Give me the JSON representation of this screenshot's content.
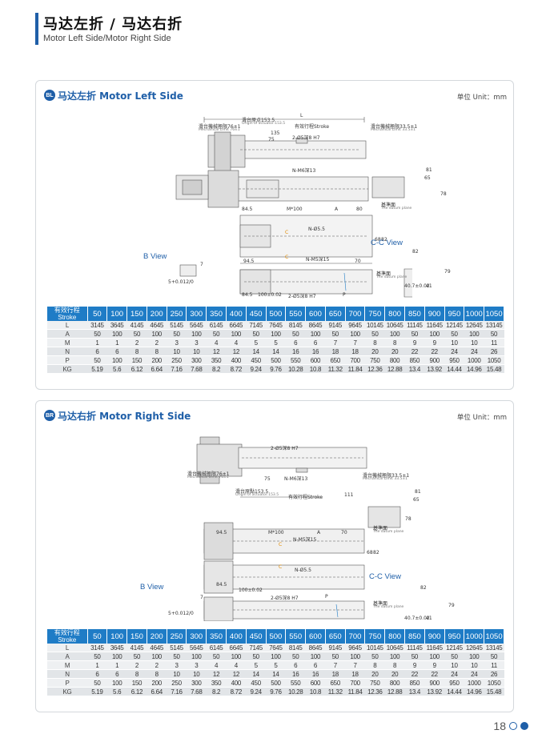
{
  "header": {
    "title_cn": "马达左折 / 马达右折",
    "title_en": "Motor Left Side/Motor Right Side"
  },
  "accent_color": "#1f5fa8",
  "table_header_color": "#1f7cc6",
  "sections": [
    {
      "badge": "BL",
      "title": "马达左折 Motor Left Side",
      "unit": "单位 Unit：mm",
      "drawing": {
        "L": "L",
        "origin_cn": "滑台原点153.5",
        "origin_en": "Origin of actuator:153.5",
        "left_limit_cn": "滑台機械極限76±1",
        "left_limit_en": "Mechanical Limit 76±1",
        "stroke": "有效行程Stroke",
        "right_limit_cn": "滑台機械極限33.5±1",
        "right_limit_en": "Mechanical Limit 33.5±1",
        "d135": "135",
        "d75": "75",
        "hole": "2-Ø5深8 H7",
        "m6": "N-M6深13",
        "d84_5": "84.5",
        "m100": "M*100",
        "a": "A",
        "d80": "80",
        "datum_cn": "基準面",
        "datum_en": "The datum plane",
        "d81": "81",
        "d65": "65",
        "d78": "78",
        "c1": "C",
        "c2": "C",
        "n5_5": "N-Ø5.5",
        "d68": "68",
        "d82": "82",
        "m5": "N-M5深15",
        "d94_5": "94.5",
        "d70": "70",
        "b_view": "B View",
        "cc_view": "C-C View",
        "cc82": "82",
        "cc79": "79",
        "cc_dims": "40.7±0.02",
        "cc_d": "41",
        "bv_d7": "7",
        "bv_tol": "5+0.012/0",
        "d84_5b": "84.5",
        "d100": "100±0.02",
        "hole2": "2-Ø5深8 H7",
        "p": "P",
        "datum2_cn": "基準面",
        "datum2_en": "The datum plane"
      }
    },
    {
      "badge": "BR",
      "title": "马达右折 Motor Right Side",
      "unit": "单位 Unit：mm",
      "drawing": {
        "hole": "2-Ø5深8 H7",
        "left_limit_cn": "滑台機械極限76±1",
        "left_limit_en": "Mechanical Limit 76±1",
        "d75": "75",
        "m6": "N-M6深13",
        "right_limit_cn": "滑台機械極限33.5±1",
        "right_limit_en": "Mechanical Limit 33.5±1",
        "origin_cn": "滑台原點153.5",
        "origin_en": "Origin of actuator:153.5",
        "stroke": "有效行程Stroke",
        "d111": "111",
        "d81": "81",
        "d65": "65",
        "d78": "78",
        "datum_cn": "基準面",
        "datum_en": "The datum plane",
        "d94_5": "94.5",
        "m100": "M*100",
        "a": "A",
        "d70": "70",
        "m5": "N-M5深15",
        "c1": "C",
        "c2": "C",
        "n5_5": "N-Ø5.5",
        "d68": "68",
        "d82": "82",
        "d84_5": "84.5",
        "d100": "100±0.02",
        "hole2": "2-Ø5深8 H7",
        "p": "P",
        "b_view": "B View",
        "cc_view": "C-C View",
        "cc82": "82",
        "cc79": "79",
        "cc_dims": "40.7±0.02",
        "cc_d": "41",
        "bv_d7": "7",
        "bv_tol": "5+0.012/0",
        "datum2_cn": "基準面",
        "datum2_en": "The datum plane"
      }
    }
  ],
  "table": {
    "corner_cn": "有效行程",
    "corner_en": "Stroke",
    "strokes": [
      "50",
      "100",
      "150",
      "200",
      "250",
      "300",
      "350",
      "400",
      "450",
      "500",
      "550",
      "600",
      "650",
      "700",
      "750",
      "800",
      "850",
      "900",
      "950",
      "1000",
      "1050"
    ],
    "rows": [
      {
        "label": "L",
        "values": [
          "3145",
          "3645",
          "4145",
          "4645",
          "5145",
          "5645",
          "6145",
          "6645",
          "7145",
          "7645",
          "8145",
          "8645",
          "9145",
          "9645",
          "10145",
          "10645",
          "11145",
          "11645",
          "12145",
          "12645",
          "13145"
        ]
      },
      {
        "label": "A",
        "values": [
          "50",
          "100",
          "50",
          "100",
          "50",
          "100",
          "50",
          "100",
          "50",
          "100",
          "50",
          "100",
          "50",
          "100",
          "50",
          "100",
          "50",
          "100",
          "50",
          "100",
          "50"
        ]
      },
      {
        "label": "M",
        "values": [
          "1",
          "1",
          "2",
          "2",
          "3",
          "3",
          "4",
          "4",
          "5",
          "5",
          "6",
          "6",
          "7",
          "7",
          "8",
          "8",
          "9",
          "9",
          "10",
          "10",
          "11"
        ]
      },
      {
        "label": "N",
        "values": [
          "6",
          "6",
          "8",
          "8",
          "10",
          "10",
          "12",
          "12",
          "14",
          "14",
          "16",
          "16",
          "18",
          "18",
          "20",
          "20",
          "22",
          "22",
          "24",
          "24",
          "26"
        ]
      },
      {
        "label": "P",
        "values": [
          "50",
          "100",
          "150",
          "200",
          "250",
          "300",
          "350",
          "400",
          "450",
          "500",
          "550",
          "600",
          "650",
          "700",
          "750",
          "800",
          "850",
          "900",
          "950",
          "1000",
          "1050"
        ]
      },
      {
        "label": "KG",
        "values": [
          "5.19",
          "5.6",
          "6.12",
          "6.64",
          "7.16",
          "7.68",
          "8.2",
          "8.72",
          "9.24",
          "9.76",
          "10.28",
          "10.8",
          "11.32",
          "11.84",
          "12.36",
          "12.88",
          "13.4",
          "13.92",
          "14.44",
          "14.96",
          "15.48"
        ]
      }
    ]
  },
  "footer": {
    "page": "18"
  }
}
